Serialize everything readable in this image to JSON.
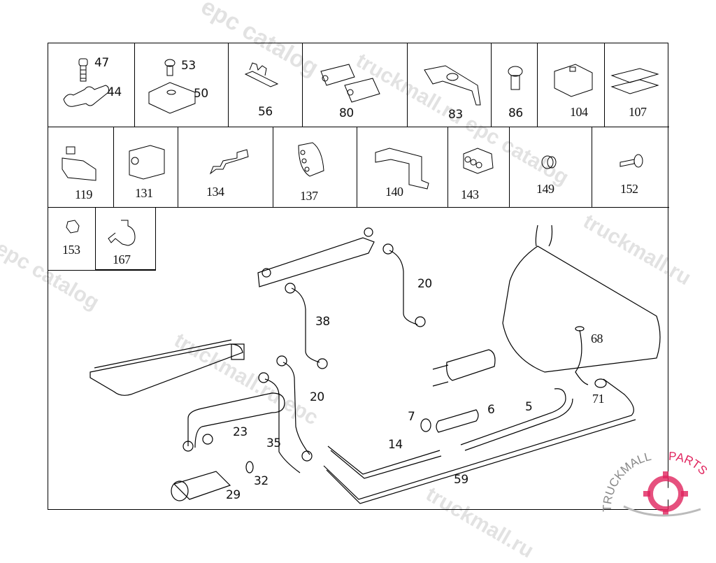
{
  "diagram": {
    "title": "Fuel lines and holders parts diagram",
    "row1": [
      {
        "id": "cell-44-47",
        "labels": [
          "47",
          "44"
        ]
      },
      {
        "id": "cell-50-53",
        "labels": [
          "53",
          "50"
        ]
      },
      {
        "id": "cell-56",
        "labels": [
          "56"
        ]
      },
      {
        "id": "cell-80",
        "labels": [
          "80"
        ]
      },
      {
        "id": "cell-83",
        "labels": [
          "83"
        ]
      },
      {
        "id": "cell-86",
        "labels": [
          "86"
        ]
      },
      {
        "id": "cell-104",
        "labels": [
          "104"
        ]
      },
      {
        "id": "cell-107",
        "labels": [
          "107"
        ]
      }
    ],
    "row2": [
      {
        "id": "cell-119",
        "labels": [
          "119"
        ]
      },
      {
        "id": "cell-131",
        "labels": [
          "131"
        ]
      },
      {
        "id": "cell-134",
        "labels": [
          "134"
        ]
      },
      {
        "id": "cell-137",
        "labels": [
          "137"
        ]
      },
      {
        "id": "cell-140",
        "labels": [
          "140"
        ]
      },
      {
        "id": "cell-143",
        "labels": [
          "143"
        ]
      },
      {
        "id": "cell-149",
        "labels": [
          "149"
        ]
      },
      {
        "id": "cell-152",
        "labels": [
          "152"
        ]
      }
    ],
    "row3": [
      {
        "id": "cell-153",
        "labels": [
          "153"
        ]
      },
      {
        "id": "cell-167",
        "labels": [
          "167"
        ]
      }
    ],
    "callouts": {
      "p20a": "20",
      "p38": "38",
      "p68": "68",
      "p71": "71",
      "p20b": "20",
      "p23": "23",
      "p35": "35",
      "p7": "7",
      "p6": "6",
      "p5": "5",
      "p14": "14",
      "p59": "59",
      "p32": "32",
      "p29": "29"
    }
  },
  "watermarks": {
    "text1": "epc catalog",
    "text2": "truckmall.ru epc catalog",
    "text3": "truckmall.ru",
    "text4": "l epc catalog",
    "text5": "truckmall.ru epc"
  },
  "logo": {
    "brand_left": "TRUCKMALL",
    "brand_right": "PARTS",
    "accent": "#e0245e",
    "gray": "#888888"
  }
}
